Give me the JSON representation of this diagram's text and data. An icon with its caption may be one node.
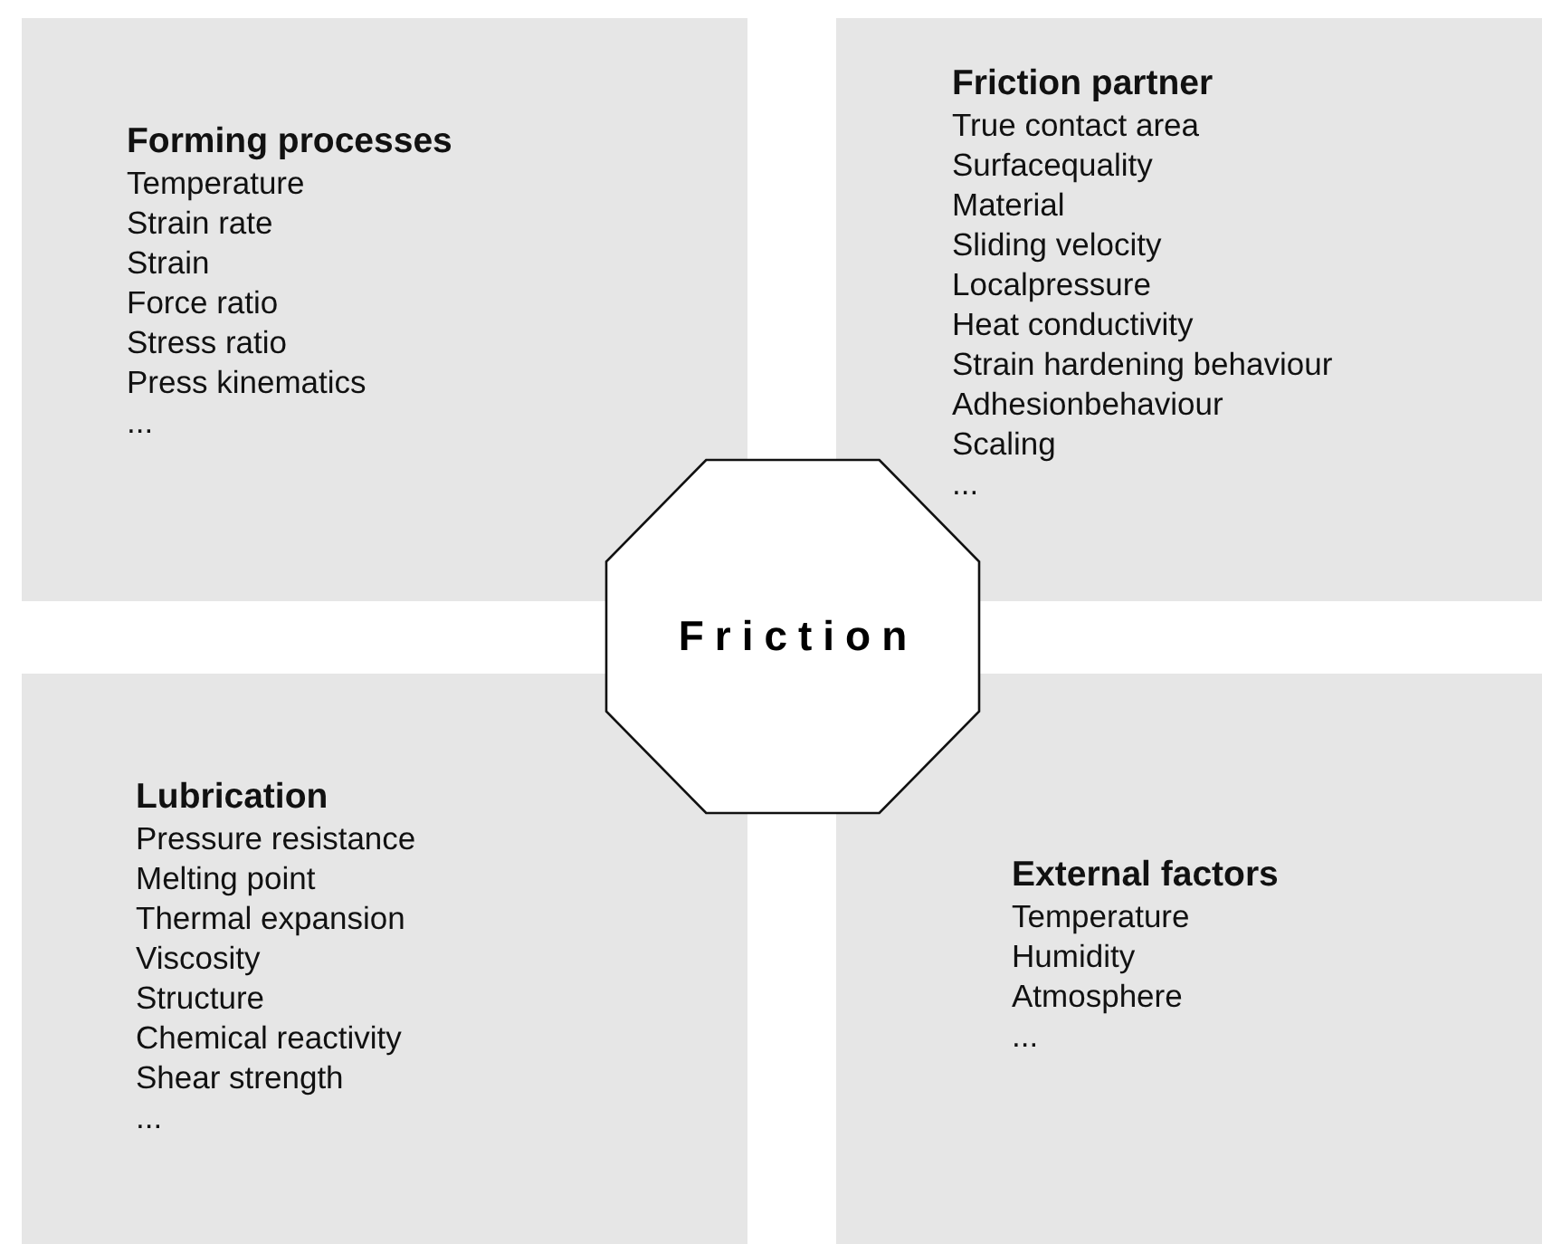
{
  "diagram": {
    "nodes": [
      {
        "text": [
          "Forming processes",
          "Temperature",
          "Strain rate",
          "Strain",
          "Force ratio",
          "Stress ratio",
          "Press kinematics",
          "..."
        ]
      },
      {
        "text": [
          "Friction partner",
          "True contact area",
          "Surfacequality",
          "Material",
          "Sliding velocity",
          "Localpressure",
          "Heat conductivity",
          "Strain hardening behaviour",
          "Adhesionbehaviour",
          "Scaling",
          "..."
        ]
      },
      {
        "text": [
          "Friction"
        ]
      },
      {
        "text": [
          "Lubrication",
          "Pressure resistance",
          "Melting point",
          "Thermal expansion",
          "Viscosity",
          "Structure",
          "Chemical reactivity",
          "Shear strength",
          "..."
        ]
      },
      {
        "text": [
          "External factors",
          "Temperature",
          "Humidity",
          "Atmosphere",
          "..."
        ]
      }
    ]
  }
}
